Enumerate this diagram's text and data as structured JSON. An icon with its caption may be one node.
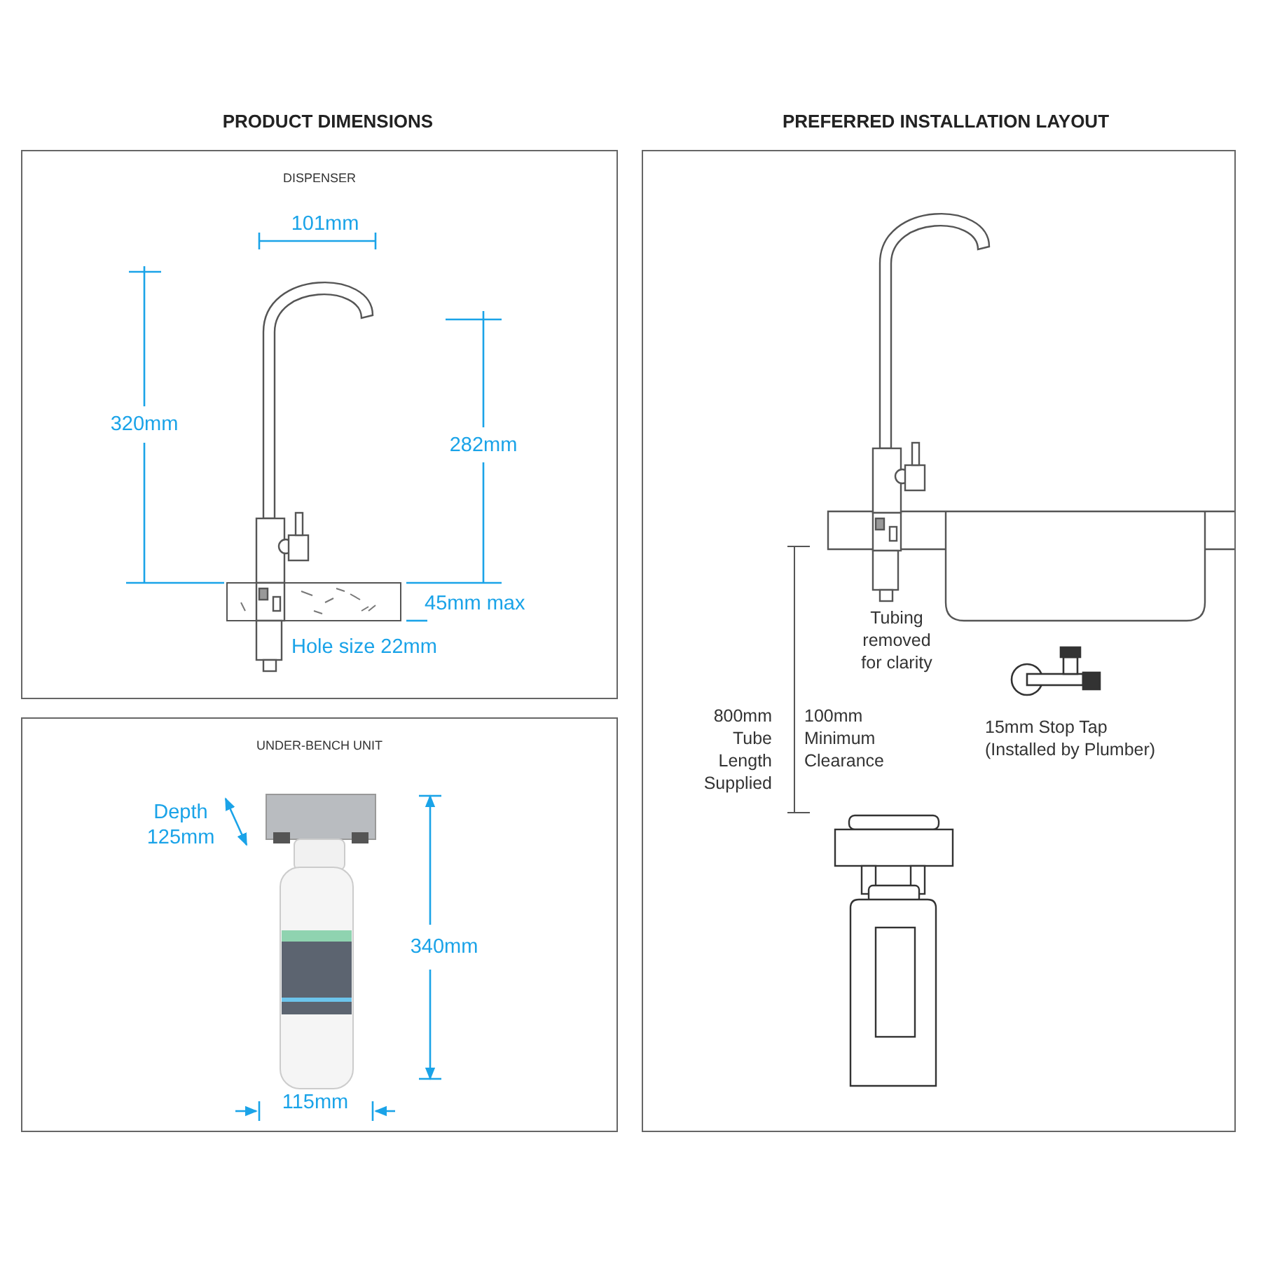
{
  "diagram": {
    "nodes": [
      {
        "text": [
          "DISPENSER"
        ]
      },
      {
        "text": [
          "UNDER-BENCH UNIT"
        ]
      },
      {
        "text": [],
        "shape": "box"
      }
    ],
    "labels": [
      "PRODUCT DIMENSIONS",
      "PREFERRED INSTALLATION LAYOUT",
      "101mm",
      "320mm",
      "282mm",
      "45mm max",
      "Hole size 22mm",
      "Depth 125mm",
      "340mm",
      "115mm",
      "Tubing removed for clarity",
      "800mm Tube Length Supplied",
      "100mm Minimum Clearance",
      "15mm Stop Tap (Installed by Plumber)"
    ]
  }
}
